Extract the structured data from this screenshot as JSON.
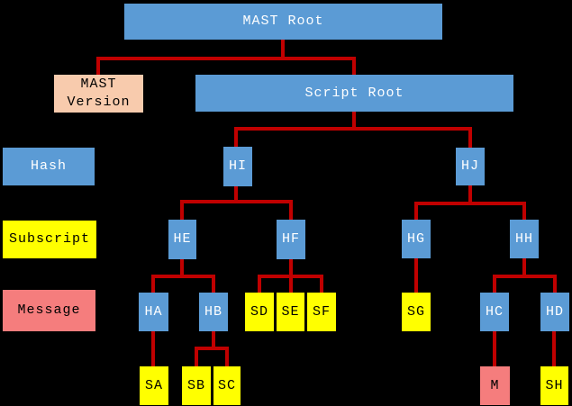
{
  "diagram": {
    "description": "MAST (Merkelized Abstract Syntax Tree) structure diagram",
    "colors": {
      "background": "#000000",
      "connector": "#c00000",
      "hash_fill": "#5b9bd5",
      "hash_text": "#ffffff",
      "subscript_fill": "#ffff00",
      "subscript_text": "#000000",
      "message_fill": "#f57d7d",
      "message_text": "#000000",
      "version_fill": "#f8cbad",
      "version_text": "#000000"
    },
    "legend": {
      "hash": "Hash",
      "subscript": "Subscript",
      "message": "Message"
    },
    "nodes": {
      "mast_root": {
        "label": "MAST Root",
        "type": "hash"
      },
      "mast_version": {
        "label": "MAST Version",
        "type": "version"
      },
      "script_root": {
        "label": "Script Root",
        "type": "hash"
      },
      "hi": {
        "label": "HI",
        "type": "hash"
      },
      "hj": {
        "label": "HJ",
        "type": "hash"
      },
      "he": {
        "label": "HE",
        "type": "hash"
      },
      "hf": {
        "label": "HF",
        "type": "hash"
      },
      "hg": {
        "label": "HG",
        "type": "hash"
      },
      "hh": {
        "label": "HH",
        "type": "hash"
      },
      "ha": {
        "label": "HA",
        "type": "hash"
      },
      "hb": {
        "label": "HB",
        "type": "hash"
      },
      "hc": {
        "label": "HC",
        "type": "hash"
      },
      "hd": {
        "label": "HD",
        "type": "hash"
      },
      "sd": {
        "label": "SD",
        "type": "subscript"
      },
      "se": {
        "label": "SE",
        "type": "subscript"
      },
      "sf": {
        "label": "SF",
        "type": "subscript"
      },
      "sg": {
        "label": "SG",
        "type": "subscript"
      },
      "sa": {
        "label": "SA",
        "type": "subscript"
      },
      "sb": {
        "label": "SB",
        "type": "subscript"
      },
      "sc": {
        "label": "SC",
        "type": "subscript"
      },
      "sh": {
        "label": "SH",
        "type": "subscript"
      },
      "m": {
        "label": "M",
        "type": "message"
      }
    },
    "edges": [
      [
        "MAST Root",
        "MAST Version"
      ],
      [
        "MAST Root",
        "Script Root"
      ],
      [
        "Script Root",
        "HI"
      ],
      [
        "Script Root",
        "HJ"
      ],
      [
        "HI",
        "HE"
      ],
      [
        "HI",
        "HF"
      ],
      [
        "HJ",
        "HG"
      ],
      [
        "HJ",
        "HH"
      ],
      [
        "HE",
        "HA"
      ],
      [
        "HE",
        "HB"
      ],
      [
        "HF",
        "SD"
      ],
      [
        "HF",
        "SE"
      ],
      [
        "HF",
        "SF"
      ],
      [
        "HG",
        "SG"
      ],
      [
        "HH",
        "HC"
      ],
      [
        "HH",
        "HD"
      ],
      [
        "HA",
        "SA"
      ],
      [
        "HB",
        "SB"
      ],
      [
        "HB",
        "SC"
      ],
      [
        "HC",
        "M"
      ],
      [
        "HD",
        "SH"
      ]
    ]
  }
}
